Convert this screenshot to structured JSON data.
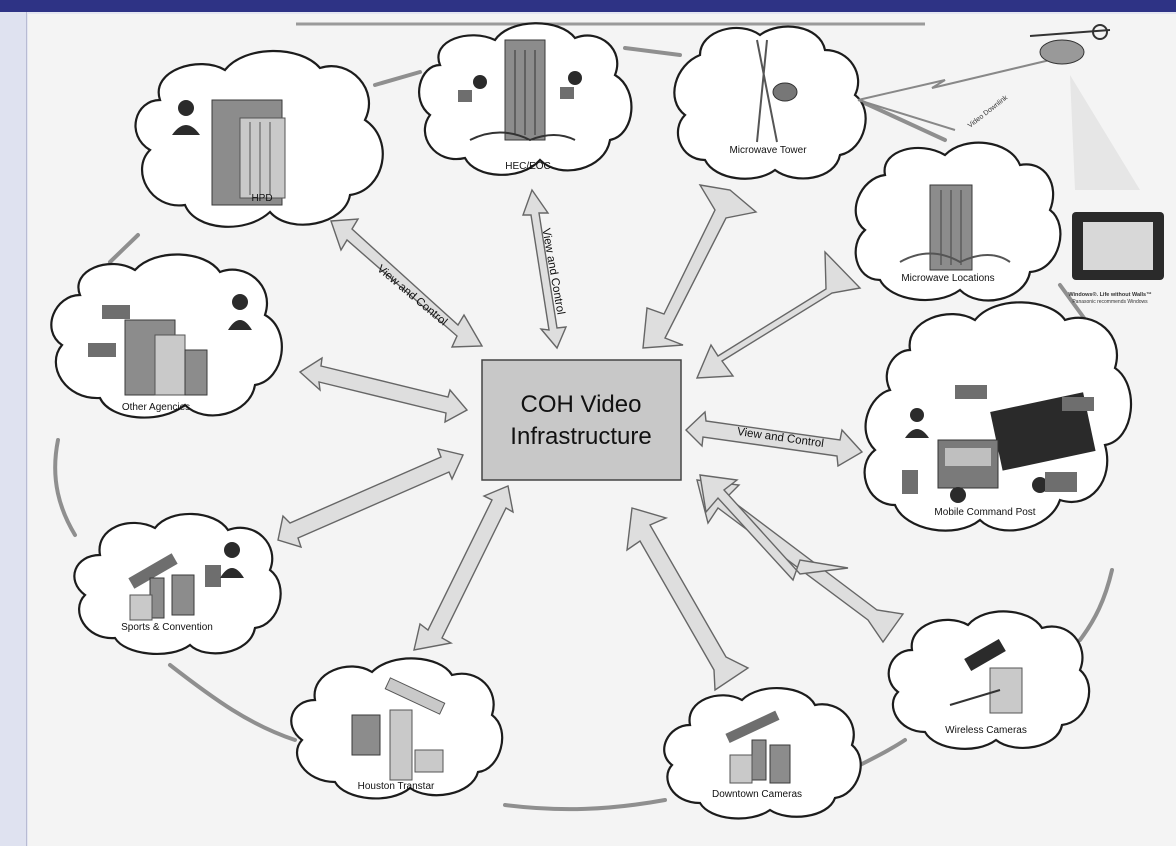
{
  "center": {
    "line1": "COH Video",
    "line2": "Infrastructure"
  },
  "nodes": {
    "hpd": "HPD",
    "hec_eoc": "HEC/EOC",
    "microwave_tower": "Microwave Tower",
    "microwave_locations": "Microwave Locations",
    "other_agencies": "Other Agencies",
    "mobile_command_post": "Mobile Command Post",
    "sports_convention": "Sports & Convention",
    "wireless_cameras": "Wireless Cameras",
    "houston_transtar": "Houston Transtar",
    "downtown_cameras": "Downtown Cameras"
  },
  "arrow_labels": {
    "hpd": "View and Control",
    "hec_eoc": "View and Control",
    "mobile_command_post": "View and Control"
  },
  "extras": {
    "video_downlink": "Video Downlink",
    "laptop_caption_1": "Windows®. Life without Walls™",
    "laptop_caption_2": "Panasonic recommends Windows"
  },
  "colors": {
    "top_bar": "#2e3385",
    "center_box": "#c8c8c8",
    "arrow_fill": "#dedede"
  }
}
